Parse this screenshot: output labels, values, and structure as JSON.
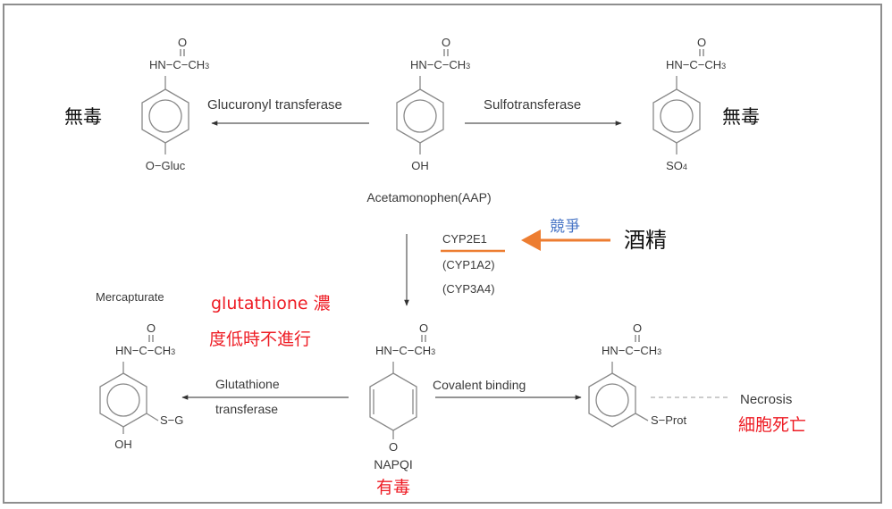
{
  "diagram": {
    "title": "Acetaminophen metabolism",
    "colors": {
      "text": "#3a3a3a",
      "annotation_red": "#ee1c24",
      "annotation_blue": "#4472c4",
      "arrow_orange": "#ed7d31",
      "structure": "#7a7a7a",
      "frame": "#8e8e8e"
    },
    "molecules": {
      "glucuronide": {
        "amide_o": "O",
        "amide_chain": "HN−C−CH",
        "amide_sub": "3",
        "substituent": "O−Gluc",
        "toxicity": "無毒"
      },
      "aap": {
        "amide_o": "O",
        "amide_chain": "HN−C−CH",
        "amide_sub": "3",
        "substituent": "OH",
        "name": "Acetamonophen(AAP)"
      },
      "sulfate": {
        "amide_o": "O",
        "amide_chain": "HN−C−CH",
        "amide_sub": "3",
        "substituent": "SO",
        "substituent_sub": "4",
        "toxicity": "無毒"
      },
      "mercapturate": {
        "name": "Mercapturate",
        "amide_o": "O",
        "amide_chain": "HN−C−CH",
        "amide_sub": "3",
        "substituent_oh": "OH",
        "substituent_sg": "S−G"
      },
      "napqi": {
        "amide_o": "O",
        "amide_chain": "HN−C−CH",
        "amide_sub": "3",
        "substituent": "O",
        "name": "NAPQI",
        "toxicity": "有毒"
      },
      "protein_adduct": {
        "amide_o": "O",
        "amide_chain": "HN−C−CH",
        "amide_sub": "3",
        "substituent": "S−Prot",
        "outcome": "Necrosis",
        "outcome_note": "細胞死亡"
      }
    },
    "enzymes": {
      "glucuronyl": "Glucuronyl transferase",
      "sulfo": "Sulfotransferase",
      "cyp_main": "CYP2E1",
      "cyp_alt1": "(CYP1A2)",
      "cyp_alt2": "(CYP3A4)",
      "glutathione_line1": "Glutathione",
      "glutathione_line2": "transferase",
      "covalent": "Covalent binding"
    },
    "annotations": {
      "competition": "競爭",
      "alcohol": "酒精",
      "glutathione_note_line1": "glutathione 濃",
      "glutathione_note_line2": "度低時不進行"
    }
  }
}
